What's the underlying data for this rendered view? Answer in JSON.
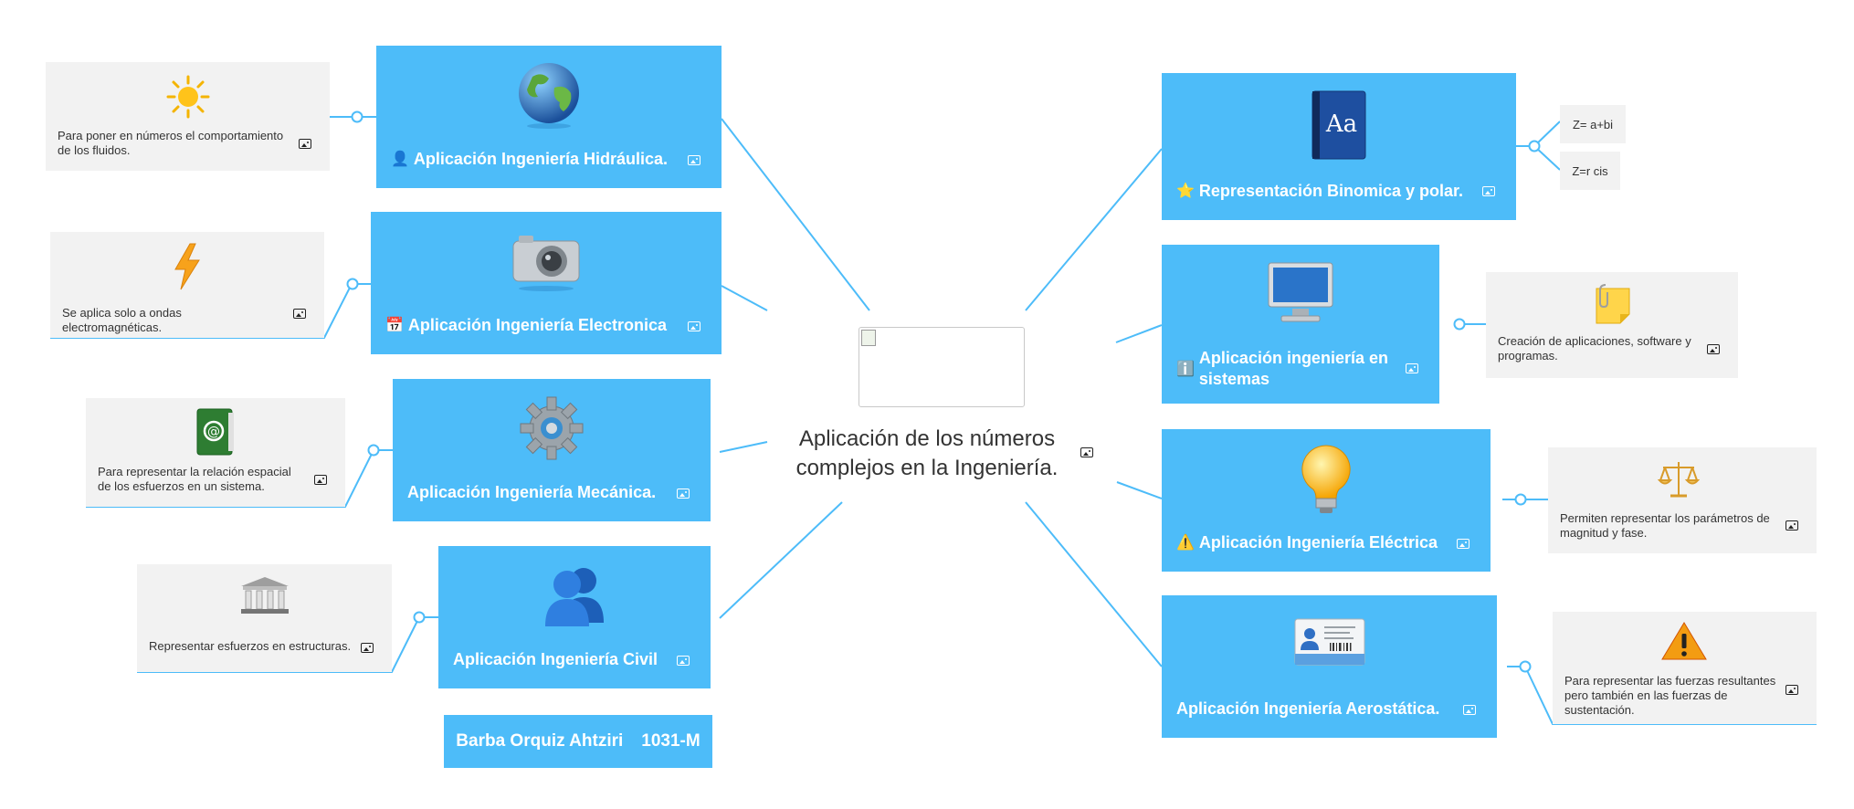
{
  "central": {
    "title_line1": "Aplicación de los números",
    "title_line2": "complejos en la Ingeniería."
  },
  "author": {
    "name": "Barba Orquiz Ahtziri",
    "group": "1031-M"
  },
  "topics_left": [
    {
      "label": "Aplicación Ingeniería Hidráulica.",
      "prefix_icon": "user-icon",
      "icon": "globe-icon",
      "note": "Para poner en números el comportamiento de los fluidos.",
      "note_icon": "sun-icon"
    },
    {
      "label": "Aplicación Ingeniería Electronica",
      "prefix_icon": "calendar-icon",
      "icon": "camera-icon",
      "note": "Se aplica solo a ondas electromagnéticas.",
      "note_icon": "lightning-icon"
    },
    {
      "label": "Aplicación Ingeniería Mecánica.",
      "prefix_icon": "",
      "icon": "gear-icon",
      "note": "Para representar la relación espacial de los esfuerzos en un sistema.",
      "note_icon": "address-book-icon"
    },
    {
      "label": "Aplicación Ingeniería Civil",
      "prefix_icon": "",
      "icon": "users-icon",
      "note": "Representar esfuerzos en estructuras.",
      "note_icon": "bank-icon"
    }
  ],
  "topics_right": [
    {
      "label": "Representación Binomica y polar.",
      "prefix_icon": "star-icon",
      "icon": "dictionary-icon",
      "subs": [
        "Z= a+bi",
        "Z=r cis"
      ]
    },
    {
      "label": "Aplicación ingeniería en sistemas",
      "prefix_icon": "info-icon",
      "icon": "monitor-icon",
      "note": "Creación de aplicaciones, software y programas.",
      "note_icon": "sticky-note-icon"
    },
    {
      "label": "Aplicación Ingeniería Eléctrica",
      "prefix_icon": "warning-icon",
      "icon": "lightbulb-icon",
      "note": "Permiten representar los parámetros de magnitud y fase.",
      "note_icon": "scales-icon"
    },
    {
      "label": "Aplicación Ingeniería Aerostática.",
      "prefix_icon": "",
      "icon": "id-card-icon",
      "note": "Para representar las fuerzas resultantes pero también en las fuerzas de sustentación.",
      "note_icon": "alert-triangle-icon"
    }
  ],
  "colors": {
    "topic": "#4dbcf9",
    "note": "#f2f2f2",
    "connector": "#4dbcf9"
  }
}
